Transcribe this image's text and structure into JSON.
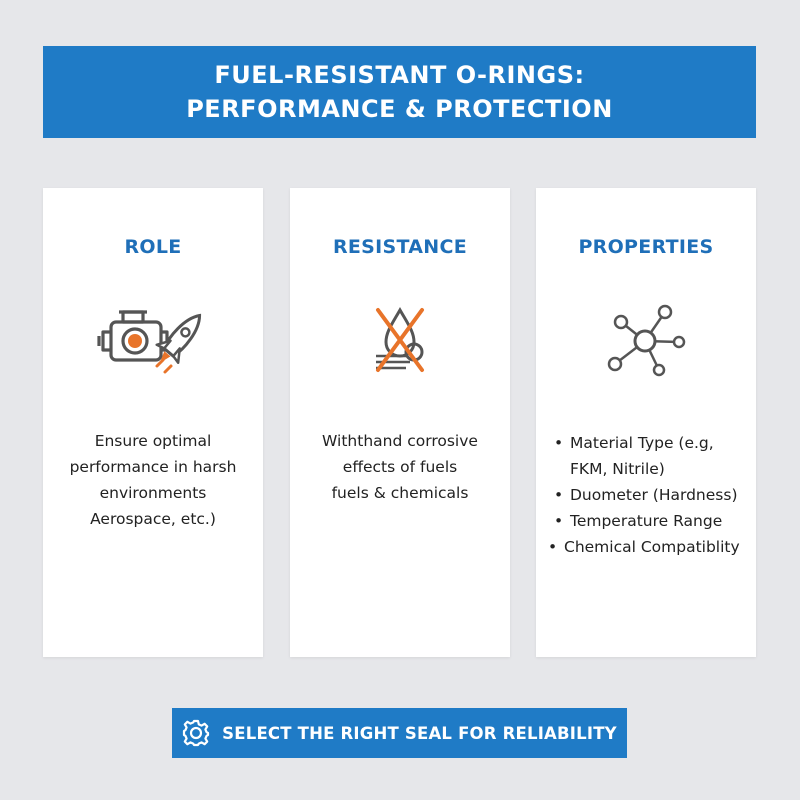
{
  "banner": {
    "line1": "FUEL-RESISTANT O-RINGS:",
    "line2": "PERFORMANCE & PROTECTION"
  },
  "cards": {
    "role": {
      "title": "ROLE",
      "icon": "engine-rocket-icon",
      "lines": [
        "Ensure optimal",
        "performance in harsh",
        "environments",
        "Aerospace, etc.)"
      ]
    },
    "resistance": {
      "title": "RESISTANCE",
      "icon": "crossed-fuel-drop-icon",
      "lines": [
        "Withthand corrosive",
        "effects of fuels",
        "fuels & chemicals"
      ]
    },
    "properties": {
      "title": "PROPERTIES",
      "icon": "molecule-icon",
      "items": [
        "Material Type (e.g,",
        "FKM, Nitrile)",
        "Duometer (Hardness)",
        "Temperature Range",
        "Chemical Compatiblity"
      ]
    }
  },
  "cta": {
    "icon": "gear-icon",
    "label": "SELECT THE RIGHT SEAL FOR RELIABILITY"
  },
  "colors": {
    "accent": "#1f7bc6",
    "title_blue": "#1f6fb8",
    "orange": "#e8742a",
    "icon_gray": "#555555",
    "background": "#e6e7ea"
  }
}
